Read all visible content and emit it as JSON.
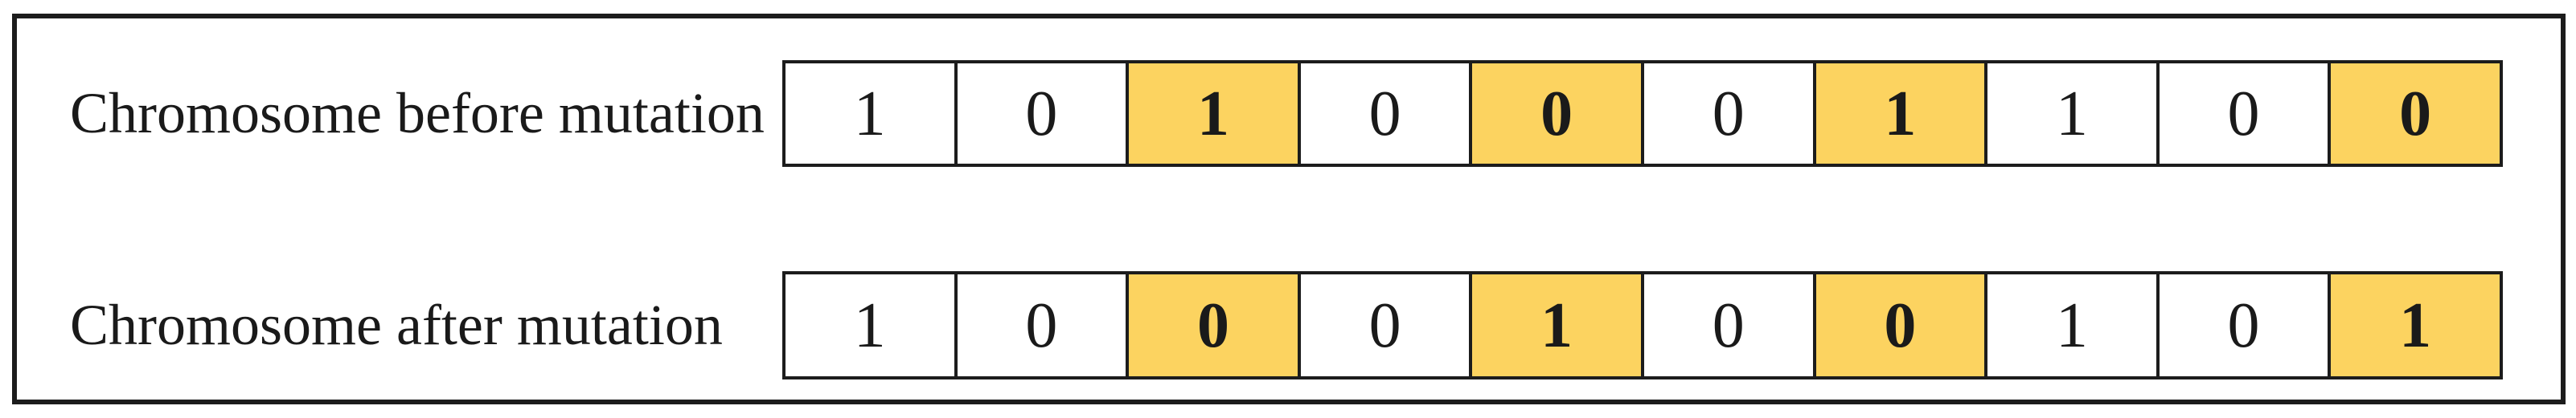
{
  "figure": {
    "rows": [
      {
        "label": "Chromosome before mutation",
        "cells": [
          {
            "value": "1",
            "highlighted": false
          },
          {
            "value": "0",
            "highlighted": false
          },
          {
            "value": "1",
            "highlighted": true
          },
          {
            "value": "0",
            "highlighted": false
          },
          {
            "value": "0",
            "highlighted": true
          },
          {
            "value": "0",
            "highlighted": false
          },
          {
            "value": "1",
            "highlighted": true
          },
          {
            "value": "1",
            "highlighted": false
          },
          {
            "value": "0",
            "highlighted": false
          },
          {
            "value": "0",
            "highlighted": true
          }
        ]
      },
      {
        "label": "Chromosome after mutation",
        "cells": [
          {
            "value": "1",
            "highlighted": false
          },
          {
            "value": "0",
            "highlighted": false
          },
          {
            "value": "0",
            "highlighted": true
          },
          {
            "value": "0",
            "highlighted": false
          },
          {
            "value": "1",
            "highlighted": true
          },
          {
            "value": "0",
            "highlighted": false
          },
          {
            "value": "0",
            "highlighted": true
          },
          {
            "value": "1",
            "highlighted": false
          },
          {
            "value": "0",
            "highlighted": false
          },
          {
            "value": "1",
            "highlighted": true
          }
        ]
      }
    ],
    "colors": {
      "highlight": "#FCD360",
      "border": "#1C1C1C",
      "text": "#1A1A1A",
      "background": "#FFFFFF"
    }
  }
}
